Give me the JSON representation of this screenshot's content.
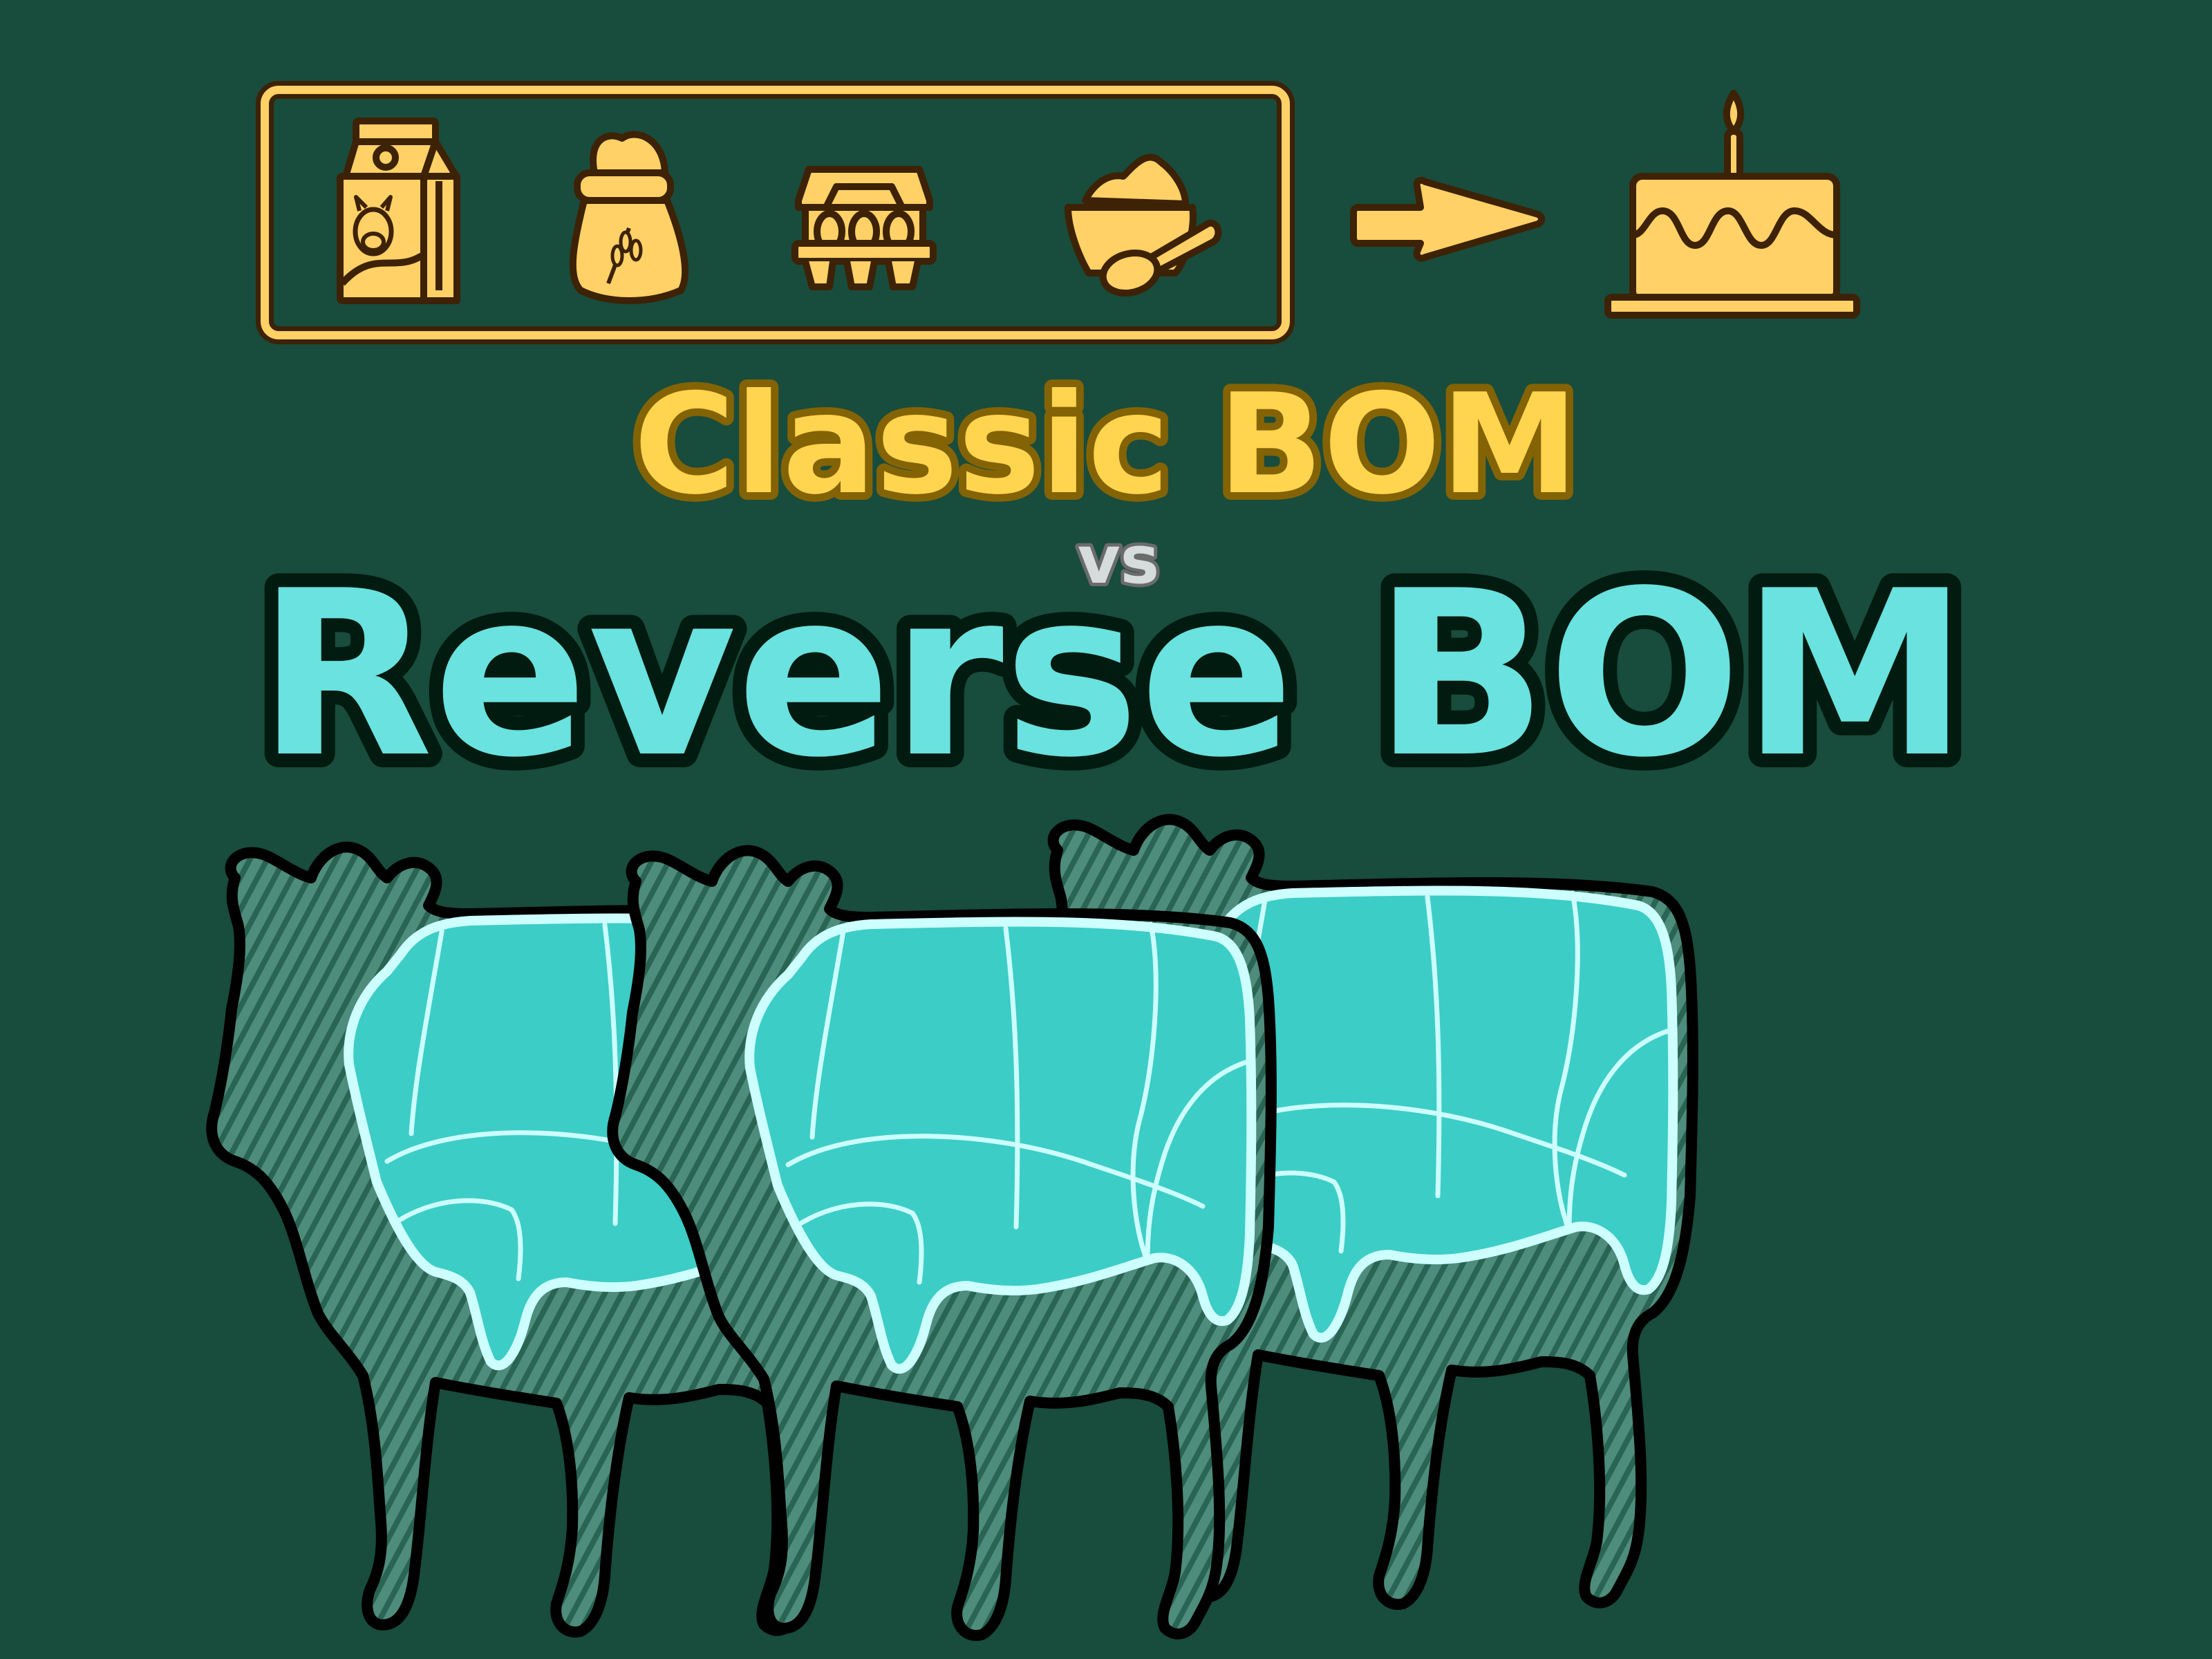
{
  "colors": {
    "background": "#184c3d",
    "icon_fill": "#ffd166",
    "icon_outline": "#3d2206",
    "classic_fill": "#ffd44f",
    "classic_outline": "#846305",
    "vs_fill": "#d6dcdc",
    "vs_outline": "#6b6b6b",
    "reverse_fill": "#6ae2df",
    "reverse_outline": "#011b10",
    "cow_body": "#3ccdc6",
    "cow_lines": "#ccfffe",
    "cow_hatch_light": "#4e8c7c",
    "cow_hatch_dark": "#2a6453",
    "cow_outline": "#000000"
  },
  "ingredients": {
    "items": [
      {
        "name": "milk carton",
        "icon": "milk-carton-icon"
      },
      {
        "name": "flour sack",
        "icon": "flour-sack-icon"
      },
      {
        "name": "egg carton",
        "icon": "egg-carton-icon"
      },
      {
        "name": "sugar bowl with spoon",
        "icon": "bowl-spoon-icon"
      }
    ]
  },
  "arrow": {
    "icon": "arrow-right-icon"
  },
  "product": {
    "name": "birthday cake",
    "icon": "cake-icon"
  },
  "title": {
    "line1": "Classic BOM",
    "connector": "vs",
    "line2": "Reverse BOM"
  },
  "cows": {
    "count": 3,
    "description": "Beef cut diagrams",
    "icon": "cow-cuts-icon"
  }
}
